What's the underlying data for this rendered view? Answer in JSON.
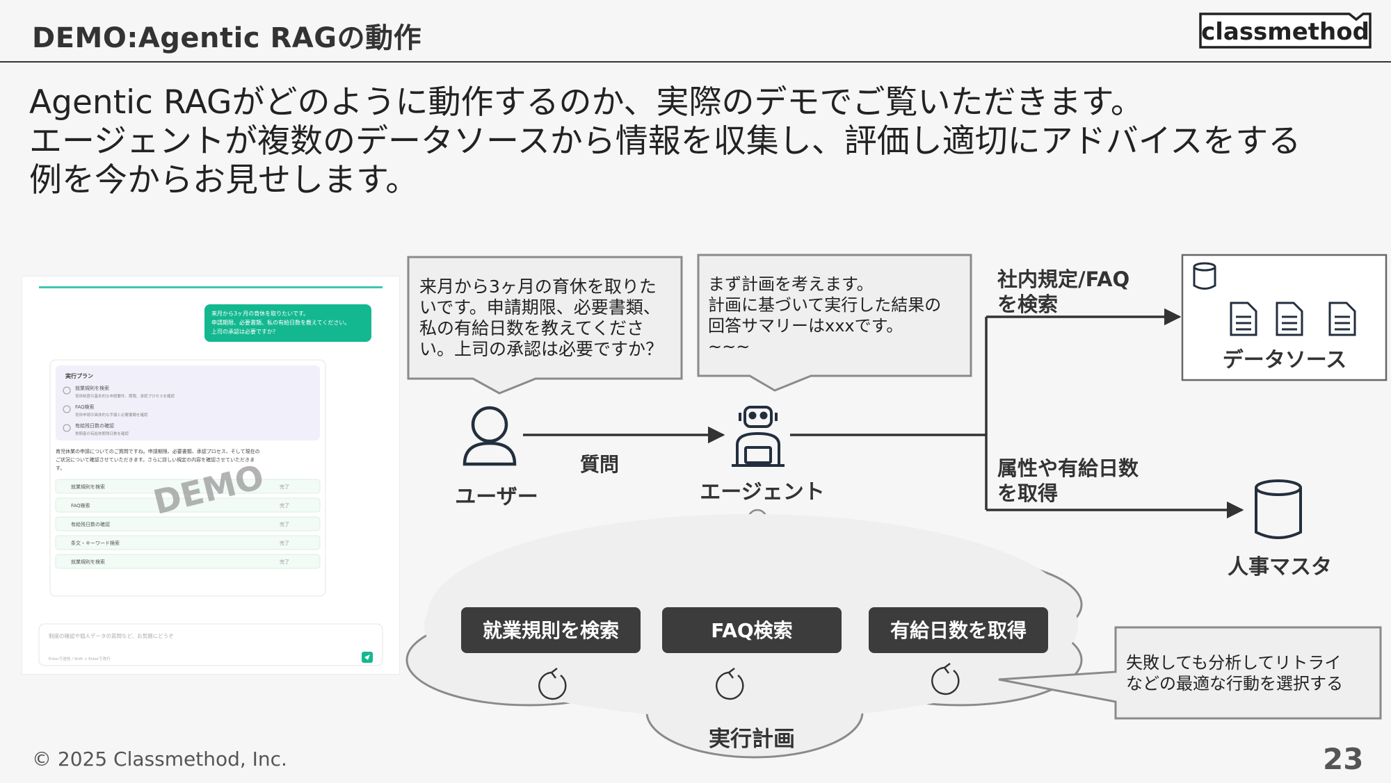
{
  "header": {
    "title": "DEMO:Agentic RAGの動作",
    "logo_text": "classmethod"
  },
  "intro": [
    "Agentic RAGがどのように動作するのか、実際のデモでご覧いただきます。",
    "エージェントが複数のデータソースから情報を収集し、評価し適切にアドバイスをする",
    "例を今からお見せします。"
  ],
  "demo_screenshot": {
    "watermark": "DEMO",
    "user_message": [
      "来月から3ヶ月の育休を取りたいです。",
      "申請期限、必要書類、私の有給日数を教えてください。",
      "上司の承認は必要ですか？"
    ],
    "plan_title": "実行プラン",
    "plan_steps": [
      {
        "title": "就業規則を検索",
        "desc": "育休制度の基本的な申請要件、期限、承認プロセスを確認"
      },
      {
        "title": "FAQ検索",
        "desc": "育休申請の具体的な手順と必要書類を確認"
      },
      {
        "title": "有給残日数の確認",
        "desc": "質問者の有給休暇残日数を確認"
      }
    ],
    "answer_text": [
      "育児休業の申請についてのご質問ですね。申請期限、必要書類、承認プロセス、そして現在の",
      "ご状況について確認させていただきます。さらに詳しい規定の内容を確認させていただきま",
      "す。"
    ],
    "tool_rows": [
      {
        "label": "就業規則を検索",
        "status": "完了"
      },
      {
        "label": "FAQ検索",
        "status": "完了"
      },
      {
        "label": "有給残日数の確認",
        "status": "完了"
      },
      {
        "label": "条文・キーワード検索",
        "status": "完了"
      },
      {
        "label": "就業規則を検索",
        "status": "完了"
      }
    ],
    "input_placeholder": "制度の確認や個人データの質問など、お気軽にどうぞ",
    "input_hint": "Enterで送信 / Shift + Enterで改行"
  },
  "diagram": {
    "user_bubble": [
      "来月から3ヶ月の育休を取りた",
      "いです。申請期限、必要書類、",
      "私の有給日数を教えてくださ",
      "い。上司の承認は必要ですか？"
    ],
    "agent_bubble": [
      "まず計画を考えます。",
      "計画に基づいて実行した結果の",
      "回答サマリーはxxxです。",
      "~~~"
    ],
    "user_label": "ユーザー",
    "agent_label": "エージェント",
    "question_label": "質問",
    "search_label": [
      "社内規定/FAQ",
      "を検索"
    ],
    "datasource_label": "データソース",
    "attr_label": [
      "属性や有給日数",
      "を取得"
    ],
    "hr_label": "人事マスタ",
    "actions": [
      "就業規則を検索",
      "FAQ検索",
      "有給日数を取得"
    ],
    "plan_label": "実行計画",
    "retry_bubble": [
      "失敗しても分析してリトライ",
      "などの最適な行動を選択する"
    ]
  },
  "footer": {
    "copyright": "© 2025 Classmethod, Inc.",
    "page": "23"
  }
}
